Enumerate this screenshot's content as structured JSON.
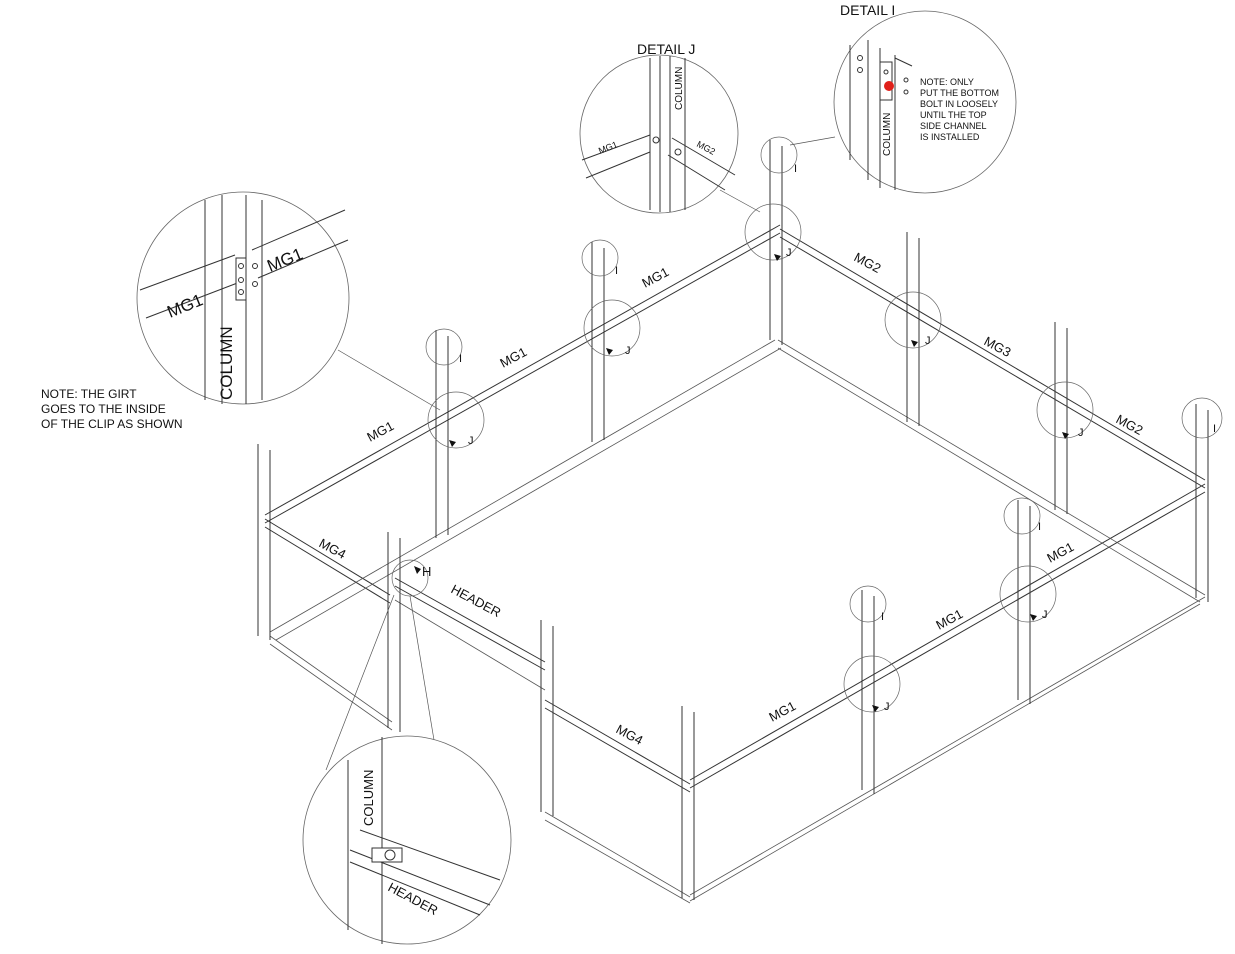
{
  "details": {
    "i_title": "DETAIL  I",
    "j_title": "DETAIL  J"
  },
  "detail_i": {
    "column": "COLUMN",
    "note_lines": [
      "NOTE: ONLY",
      "PUT THE BOTTOM",
      "BOLT IN LOOSELY",
      "UNTIL THE TOP",
      "SIDE CHANNEL",
      "IS INSTALLED"
    ],
    "bolt_color": "#e0201a"
  },
  "detail_j": {
    "column": "COLUMN",
    "left": "MG1",
    "right": "MG2"
  },
  "detail_left": {
    "girt_left": "MG1",
    "girt_right": "MG1",
    "column": "COLUMN"
  },
  "detail_bottom": {
    "column": "COLUMN",
    "header": "HEADER"
  },
  "note_girt": [
    "NOTE: THE GIRT",
    "GOES TO THE INSIDE",
    "OF THE CLIP AS SHOWN"
  ],
  "labels": {
    "mg1_a": "MG1",
    "mg1_b": "MG1",
    "mg1_c": "MG1",
    "mg2_a": "MG2",
    "mg3": "MG3",
    "mg2_b": "MG2",
    "mg4_left": "MG4",
    "header": "HEADER",
    "h_mark": "H",
    "mg4_front": "MG4",
    "mg1_front": "MG1",
    "mg1_front2": "MG1",
    "mg1_right": "MG1",
    "i1": "I",
    "i2": "I",
    "i3": "I",
    "i4": "I",
    "i5": "I",
    "i6": "I",
    "j1": "J",
    "j2": "J",
    "j3": "J",
    "j4": "J",
    "j5": "J",
    "j6": "J",
    "j7": "J"
  }
}
